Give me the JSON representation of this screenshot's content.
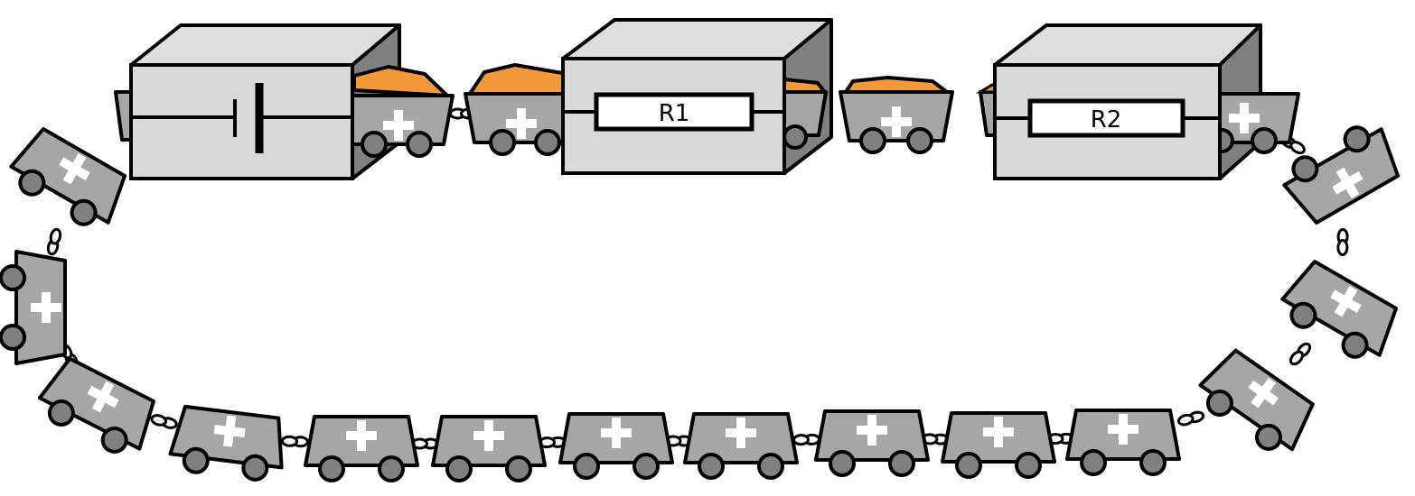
{
  "diagram": {
    "components": [
      {
        "id": "battery",
        "label": "",
        "symbol": "battery-symbol"
      },
      {
        "id": "r1",
        "label": "R1",
        "symbol": "resistor-symbol"
      },
      {
        "id": "r2",
        "label": "R2",
        "symbol": "resistor-symbol"
      }
    ],
    "cart_count": 28,
    "cart_marking": "plus-sign",
    "colors": {
      "cart": "#a6a6a6",
      "wheel": "#808080",
      "box_front": "#d9d9d9",
      "box_top": "#dedede",
      "box_side": "#808080",
      "load": "#f3993a",
      "outline": "#000000",
      "plus": "#ffffff"
    }
  }
}
